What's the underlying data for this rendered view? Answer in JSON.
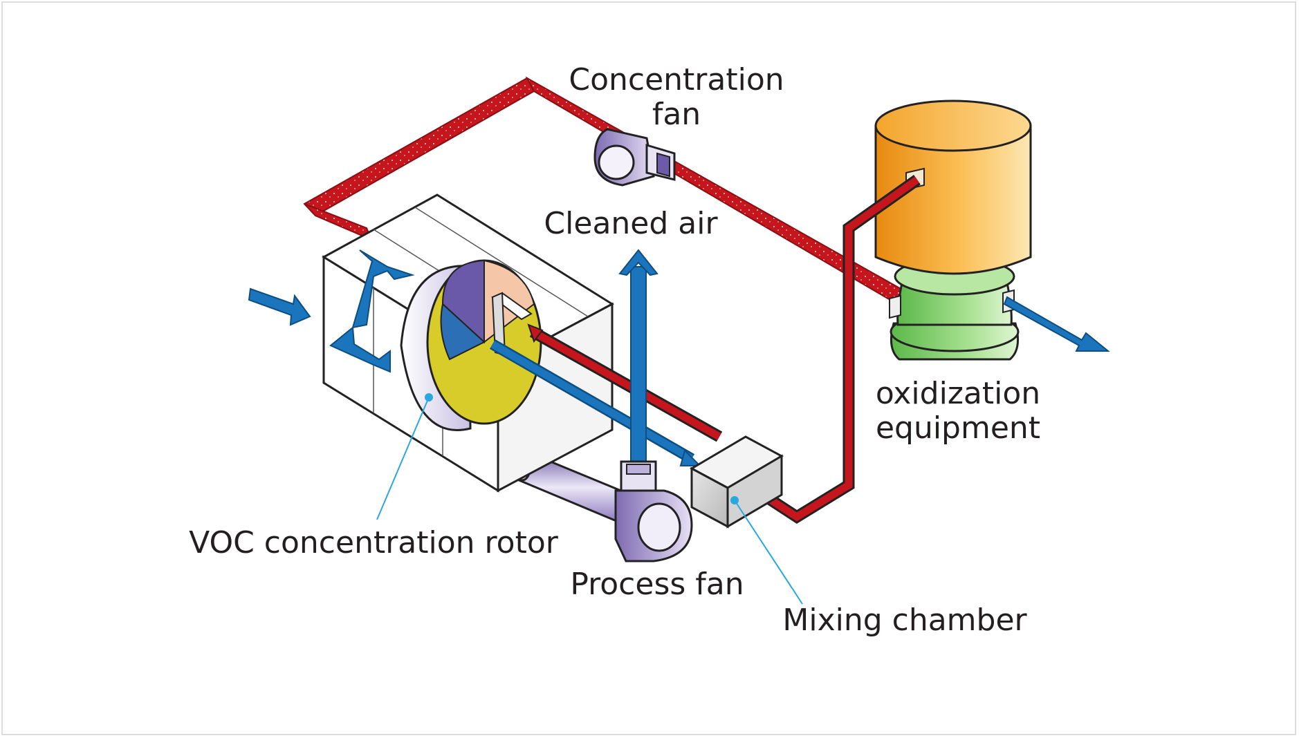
{
  "labels": {
    "concentration_fan_line1": "Concentration",
    "concentration_fan_line2": "fan",
    "cleaned_air": "Cleaned air",
    "oxidization_line1": "oxidization",
    "oxidization_line2": "equipment",
    "voc_rotor": "VOC concentration rotor",
    "process_fan": "Process fan",
    "mixing_chamber": "Mixing chamber"
  },
  "colors": {
    "hot_duct": "#c4161c",
    "clean_air": "#1b75bc",
    "leader_line": "#29a8e0",
    "oxidizer_top": "#f7a823",
    "oxidizer_base": "#8fd47a",
    "fan_body": "#9b8cc4",
    "rotor_face": "#d7cc2a"
  }
}
